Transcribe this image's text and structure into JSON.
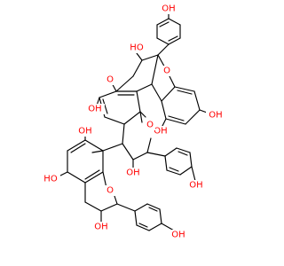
{
  "atom_labels": {
    "oh_phenol_a": "OH",
    "oh_bridge": "HO",
    "o_ring_left": "O",
    "o_ring_right": "O",
    "oh_left_mid": "OH",
    "oh_right_mid": "OH",
    "oh_right_ring": "OH",
    "o_pyran": "O",
    "oh_pyran": "OH",
    "oh_phenol_b": "OH",
    "oh_lower_top": "OH",
    "oh_lower_left": "HO",
    "o_lower_pyran": "O",
    "oh_lower_pyran": "OH",
    "oh_phenol_c": "OH"
  },
  "colors": {
    "bond": "#000000",
    "heteroatom": "#ff0000",
    "background": "#ffffff"
  }
}
